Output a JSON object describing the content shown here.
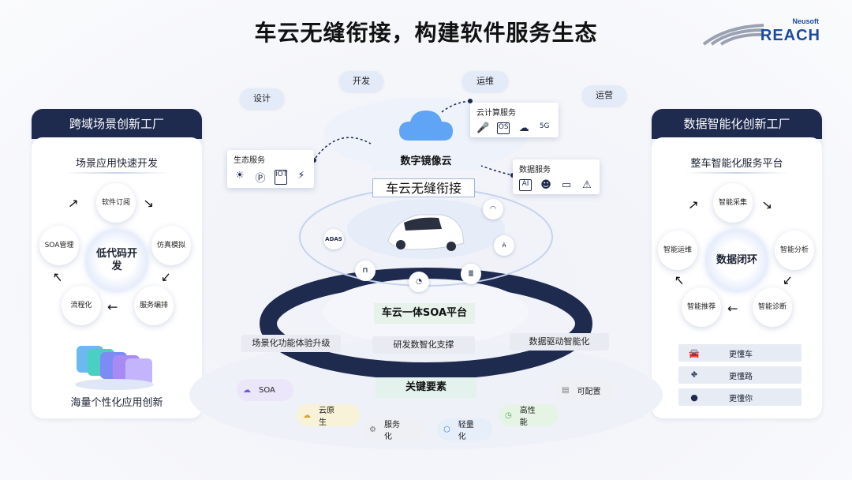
{
  "title": "车云无缝衔接，构建软件服务生态",
  "logo": {
    "company": "Neusoft",
    "brand": "REACH"
  },
  "left_panel": {
    "header": "跨域场景创新工厂",
    "subtitle": "场景应用快速开发",
    "core": "低代码开发",
    "nodes": [
      "软件订阅",
      "仿真模拟",
      "服务编排",
      "流程化",
      "SOA管理"
    ],
    "caption": "海量个性化应用创新"
  },
  "right_panel": {
    "header": "数据智能化创新工厂",
    "subtitle": "整车智能化服务平台",
    "core": "数据闭环",
    "nodes": [
      "智能采集",
      "智能分析",
      "智能诊断",
      "智能推荐",
      "智能运维"
    ],
    "features": [
      {
        "icon": "car-icon",
        "label": "更懂车"
      },
      {
        "icon": "road-icon",
        "label": "更懂路"
      },
      {
        "icon": "person-icon",
        "label": "更懂你"
      }
    ]
  },
  "center": {
    "top_pills": [
      "开发",
      "运维",
      "设计",
      "运营"
    ],
    "cloud_title": "数字镜像云",
    "seamless": "车云无缝衔接",
    "cloud_services": {
      "title": "云计算服务",
      "icons": [
        "mic-icon",
        "os-icon",
        "weather-icon",
        "5g-icon"
      ]
    },
    "eco_services": {
      "title": "生态服务",
      "icons": [
        "weather-icon",
        "parking-icon",
        "iot-icon",
        "charger-icon"
      ]
    },
    "data_services": {
      "title": "数据服务",
      "icons": [
        "ai-icon",
        "user-settings-icon",
        "battery-icon",
        "warning-icon"
      ]
    },
    "platform": "车云一体SOA平台",
    "chips": [
      "场景化功能体验升级",
      "研发数智化支撑",
      "数据驱动智能化"
    ],
    "key_elements": "关键要素",
    "elements": [
      "SOA",
      "云原生",
      "服务化",
      "轻量化",
      "高性能",
      "可配置"
    ],
    "ring_icons": [
      "ADAS",
      "wiper-icon",
      "seat-icon",
      "headlight-icon",
      "speed-icon",
      "lane-icon"
    ],
    "colors": {
      "navy": "#1f2a4f",
      "accent": "#3f7be8"
    }
  }
}
